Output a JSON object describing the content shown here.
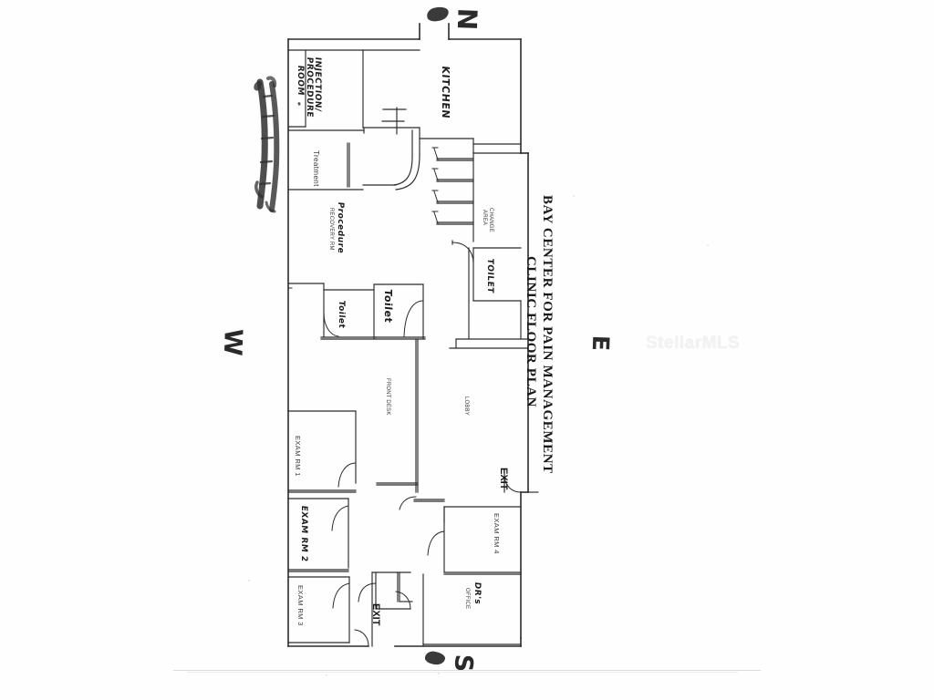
{
  "document": {
    "title_line1": "BAY CENTER FOR PAIN MANAGEMENT",
    "title_line2": "CLINIC FLOOR PLAN",
    "watermark": "StellarMLS",
    "media": "scanned hand-annotated architectural floor plan"
  },
  "compass": {
    "north": "N",
    "south": "S",
    "east": "E",
    "west": "W"
  },
  "rooms": [
    {
      "id": "injection-procedure-room",
      "label": "INJECTION/\nPROCEDURE\nROOM",
      "label_l1": "INJECTION/",
      "label_l2": "PROCEDURE",
      "label_l3": "ROOM",
      "style": "handwritten"
    },
    {
      "id": "treatment",
      "label": "Treatment",
      "style": "printed"
    },
    {
      "id": "kitchen",
      "label": "KITCHEN",
      "style": "handwritten"
    },
    {
      "id": "change-area",
      "label_l1": "CHANGE",
      "label_l2": "AREA",
      "label": "CHANGE AREA",
      "style": "printed"
    },
    {
      "id": "toilet-change",
      "label": "TOILET",
      "style": "handwritten"
    },
    {
      "id": "recovery-rm",
      "label": "RECOVERY RM",
      "style": "printed",
      "overwrite": "Procedure",
      "overwrite_style": "handwritten"
    },
    {
      "id": "toilet-a",
      "label": "Toilet",
      "style": "handwritten"
    },
    {
      "id": "toilet-b",
      "label": "Toilet",
      "style": "handwritten"
    },
    {
      "id": "front-desk",
      "label": "FRONT DESK",
      "style": "printed"
    },
    {
      "id": "lobby",
      "label": "LOBBY",
      "style": "printed"
    },
    {
      "id": "exam-rm-1",
      "label": "EXAM RM 1",
      "style": "printed"
    },
    {
      "id": "exam-rm-2",
      "label": "EXAM RM 2",
      "style": "handwritten"
    },
    {
      "id": "exam-rm-3",
      "label": "EXAM RM 3",
      "style": "printed"
    },
    {
      "id": "exam-rm-4",
      "label": "EXAM RM 4",
      "style": "printed"
    },
    {
      "id": "drs-office",
      "label": "OFFICE",
      "style": "printed",
      "overwrite": "DR's",
      "overwrite_style": "handwritten"
    }
  ],
  "exits": [
    {
      "id": "exit-east",
      "label": "EXIT"
    },
    {
      "id": "exit-south",
      "label": "EXIT"
    }
  ],
  "annotations": {
    "margin_scribble": "heavy marker scribble along west wall",
    "asterisk_mark": "*"
  },
  "colors": {
    "paper": "#fefefe",
    "ink": "#2c2c2c",
    "marker": "#2a2a2a",
    "watermark": "#f2f2f2"
  }
}
